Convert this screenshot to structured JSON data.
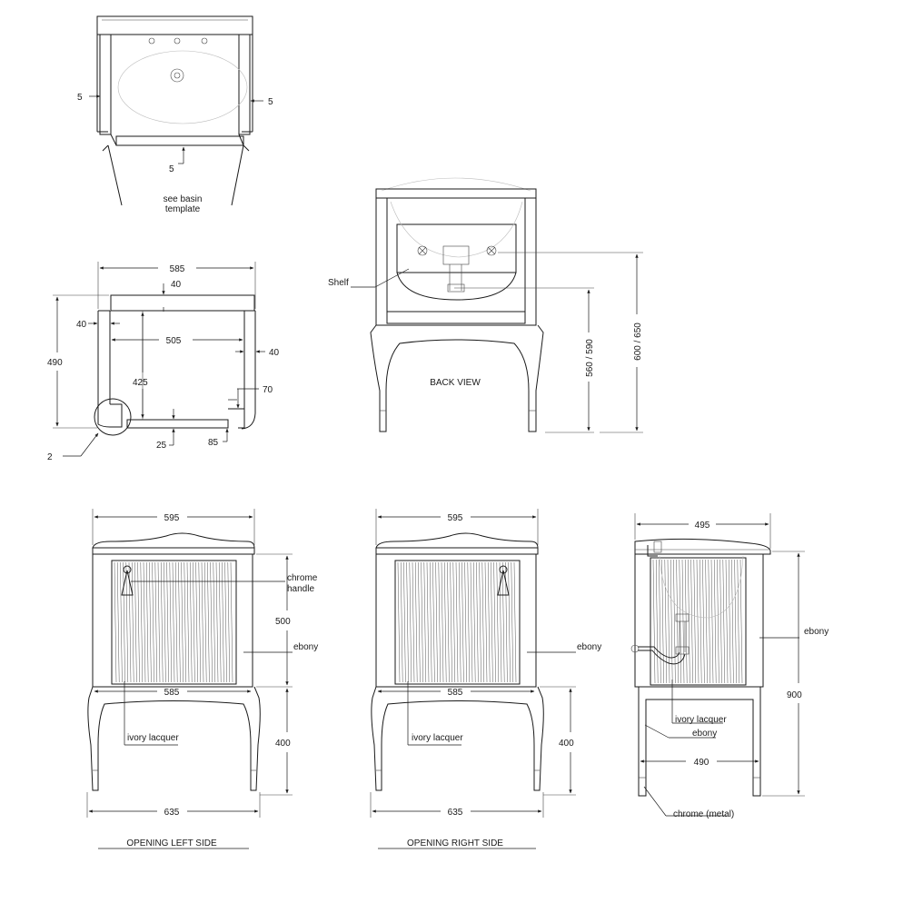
{
  "top_view": {
    "dim_left": "5",
    "dim_right": "5",
    "dim_front": "5",
    "note_line1": "see basin",
    "note_line2": "template"
  },
  "section_view": {
    "width": "585",
    "top_thickness": "40",
    "left_panel": "40",
    "inner_width": "505",
    "right_panel": "40",
    "height": "490",
    "inner_height": "425",
    "right_step": "70",
    "bottom_thickness": "25",
    "bottom_step": "85",
    "detail_radius": "2"
  },
  "back_view": {
    "title": "BACK VIEW",
    "shelf_label": "Shelf",
    "dim_shelf_height": "560 / 590",
    "dim_total_height": "600 / 650"
  },
  "front_left": {
    "top_width": "595",
    "cabinet_width": "585",
    "leg_width": "635",
    "cabinet_height": "500",
    "leg_height": "400",
    "handle_label_line1": "chrome",
    "handle_label_line2": "handle",
    "body_label": "ebony",
    "door_label": "ivory lacquer",
    "caption": "OPENING LEFT SIDE"
  },
  "front_right": {
    "top_width": "595",
    "cabinet_width": "585",
    "leg_width": "635",
    "leg_height": "400",
    "body_label": "ebony",
    "door_label": "ivory lacquer",
    "caption": "OPENING RIGHT SIDE"
  },
  "side_view": {
    "top_depth": "495",
    "leg_depth": "490",
    "total_height": "900",
    "body_label": "ebony",
    "door_label": "ivory lacquer",
    "frame_label": "ebony",
    "feet_label": "chrome (metal)"
  }
}
